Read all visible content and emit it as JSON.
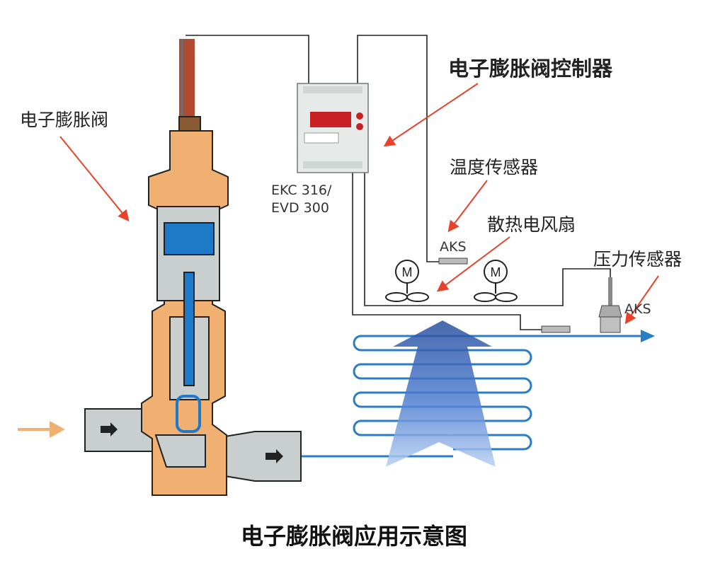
{
  "labels": {
    "valve": "电子膨胀阀",
    "controller": "电子膨胀阀控制器",
    "controller_model_1": "EKC 316/",
    "controller_model_2": "EVD 300",
    "temp_sensor": "温度传感器",
    "temp_sensor_tag": "AKS",
    "fan": "散热电风扇",
    "pressure_sensor": "压力传感器",
    "pressure_sensor_tag": "AKS",
    "fan_symbol": "M"
  },
  "caption": "电子膨胀阀应用示意图",
  "colors": {
    "valve_body": "#f0b071",
    "valve_inner": "#c9cfcf",
    "actuator": "#1e7ac9",
    "pipe": "#2a7cc4",
    "inflow_arrow": "#f0b071",
    "callout_arrow": "#e8422c",
    "wire": "#222222",
    "controller_body": "#e6ebea",
    "display": "#c81f24"
  }
}
